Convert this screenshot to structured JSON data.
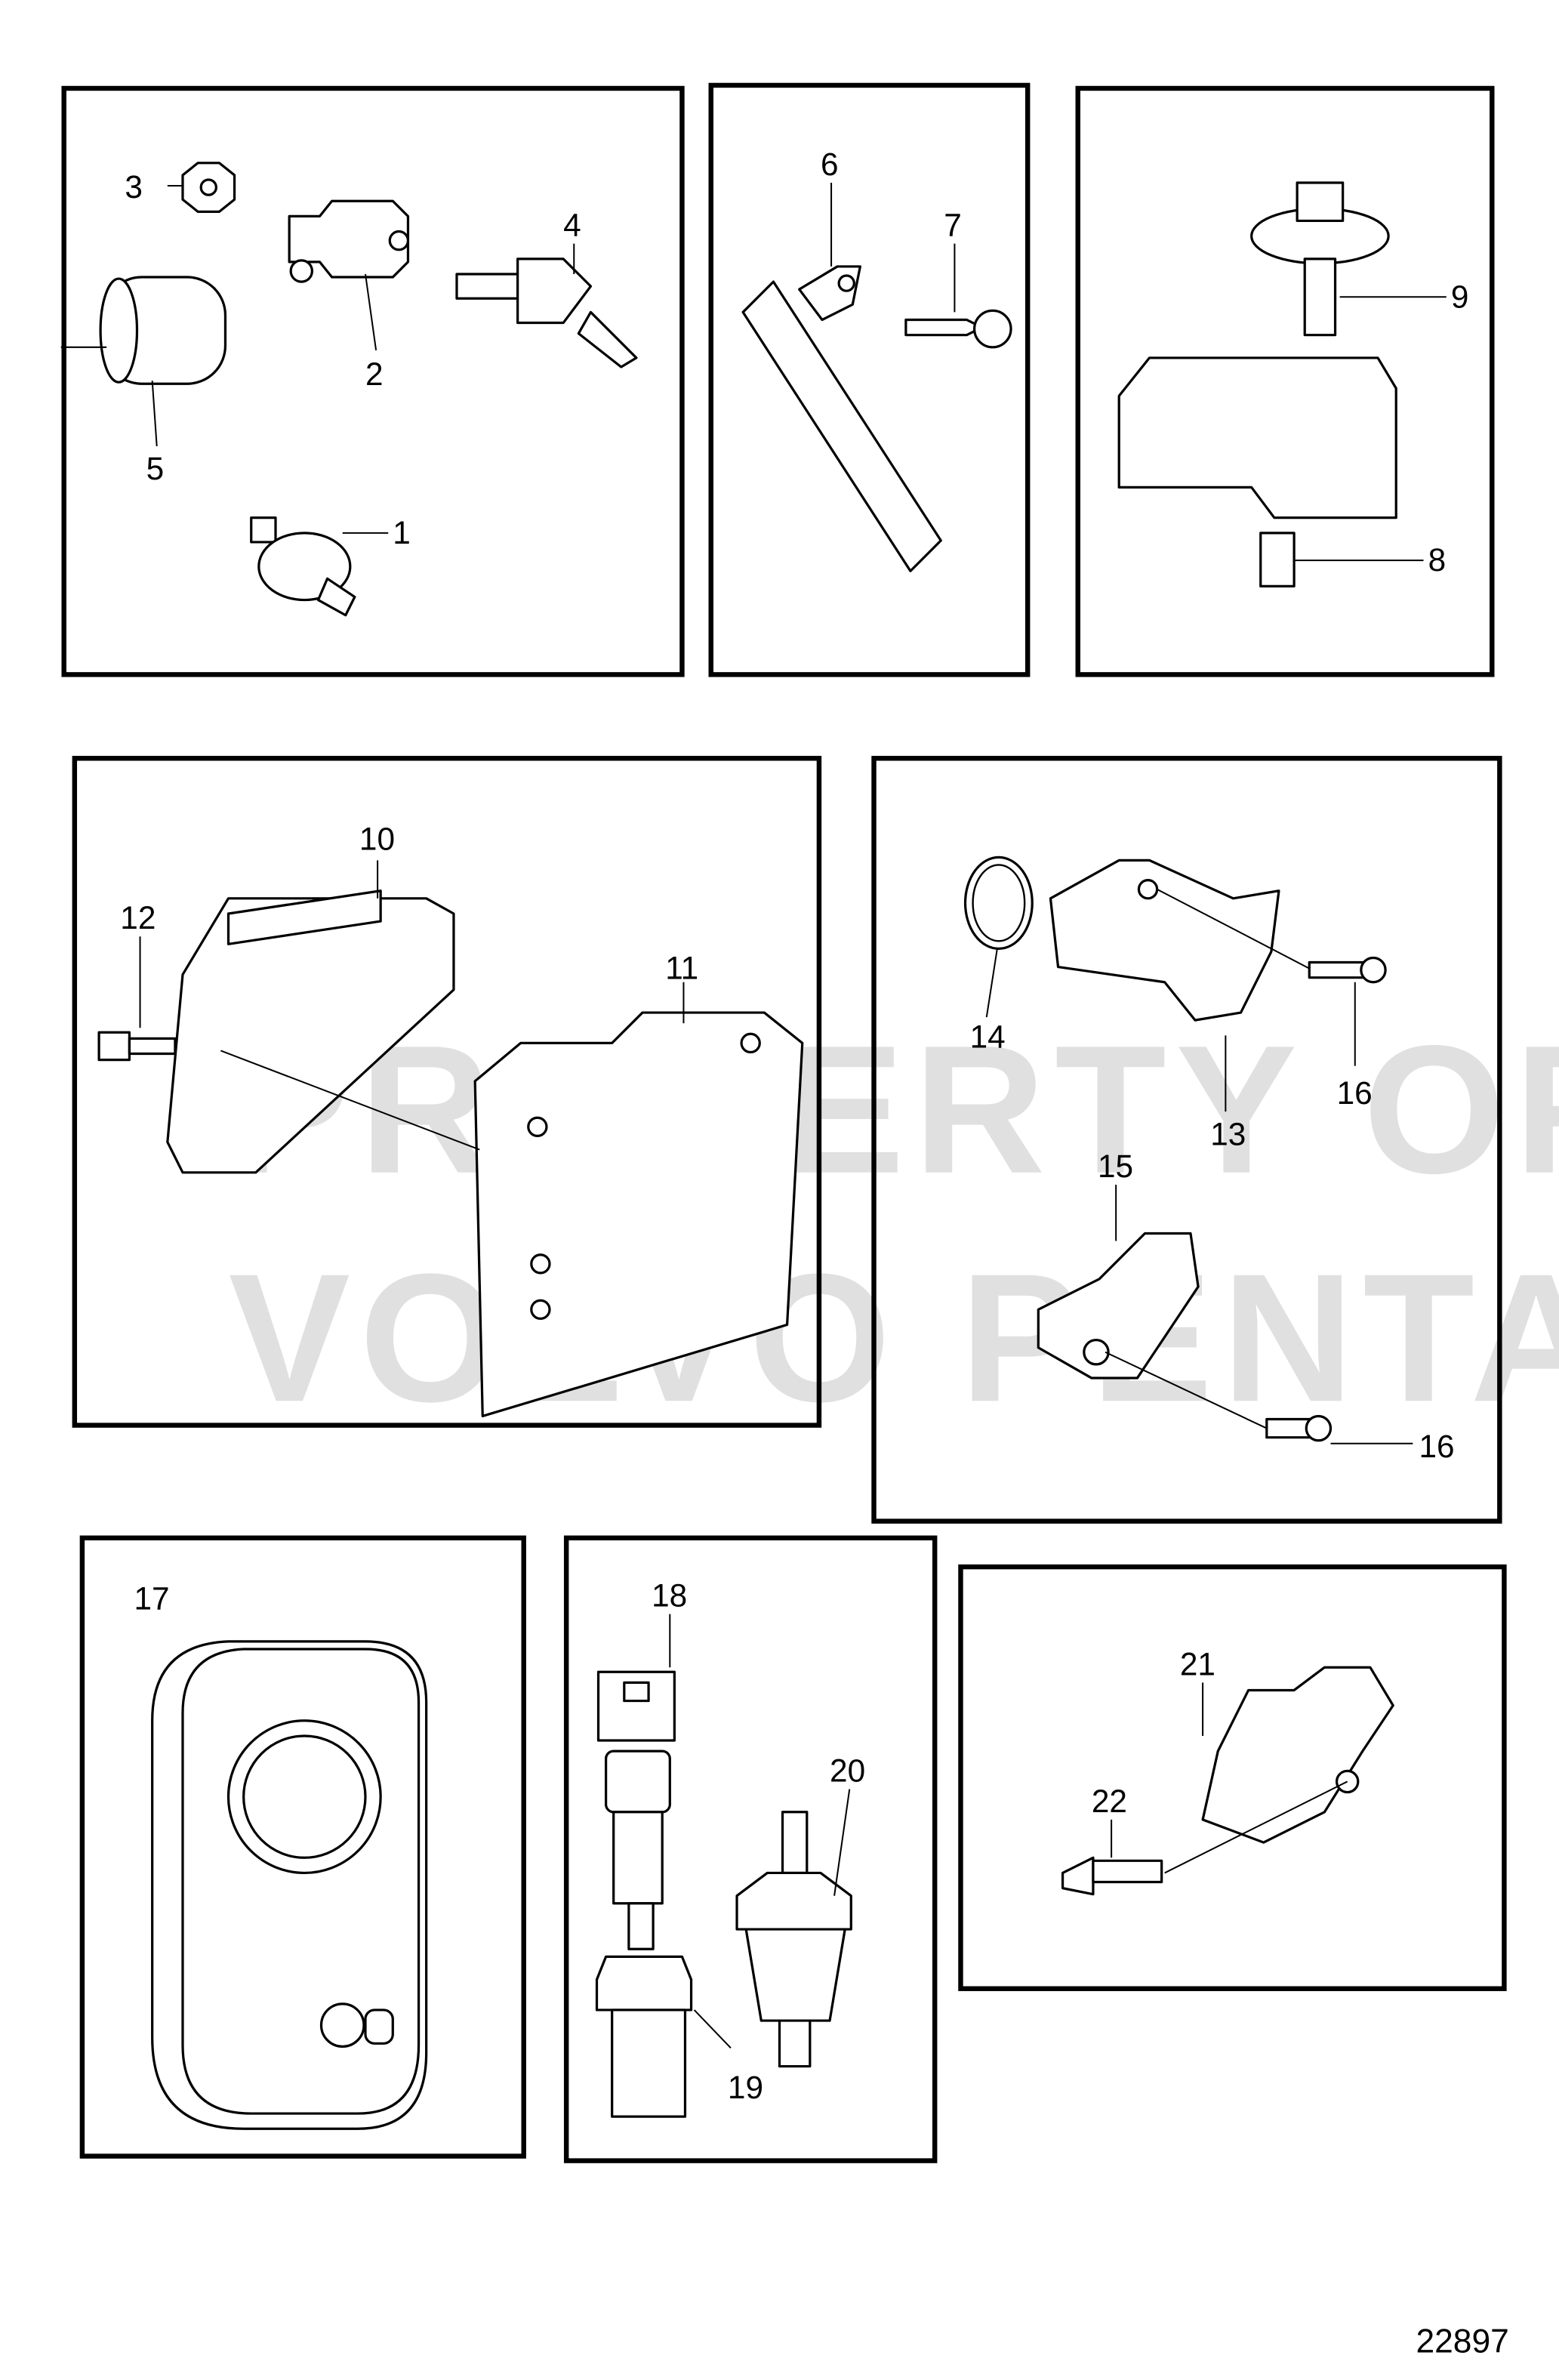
{
  "diagram": {
    "reference_number": "22897",
    "watermark": [
      "PROPERTY OF",
      "VOLVO PENTA"
    ],
    "callouts": {
      "c1": "1",
      "c2": "2",
      "c3": "3",
      "c4": "4",
      "c5": "5",
      "c6": "6",
      "c7": "7",
      "c8": "8",
      "c9": "9",
      "c10": "10",
      "c11": "11",
      "c12": "12",
      "c13": "13",
      "c14": "14",
      "c15": "15",
      "c16a": "16",
      "c16b": "16",
      "c17": "17",
      "c18": "18",
      "c19": "19",
      "c20": "20",
      "c21": "21",
      "c22": "22"
    }
  }
}
